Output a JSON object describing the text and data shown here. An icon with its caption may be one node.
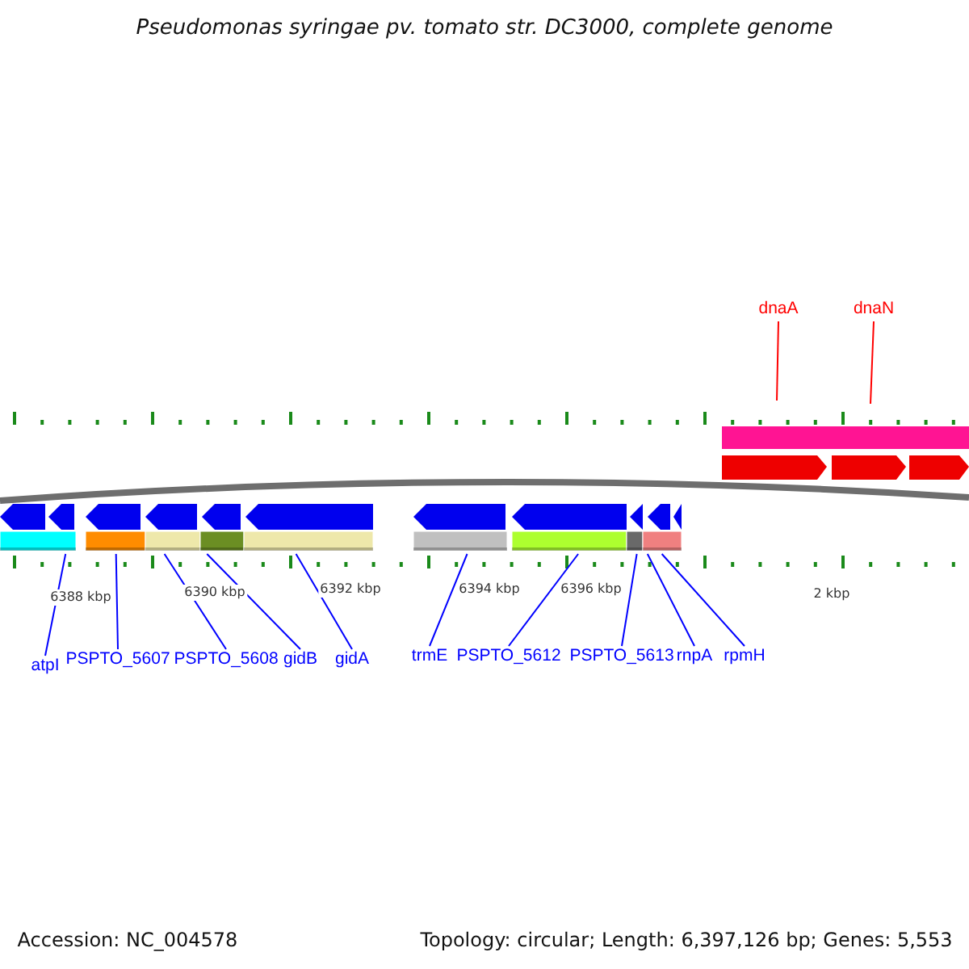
{
  "diagram": {
    "title": "Pseudomonas syringae pv. tomato str. DC3000, complete genome",
    "nodes": [
      {
        "text": [
          "atpI"
        ]
      },
      {
        "text": [
          "PSPTO_5607"
        ]
      },
      {
        "text": [
          "PSPTO_5608"
        ]
      },
      {
        "text": [
          "gidB"
        ]
      },
      {
        "text": [
          "gidA"
        ]
      },
      {
        "text": [
          "trmE"
        ]
      },
      {
        "text": [
          "PSPTO_5612"
        ]
      },
      {
        "text": [
          "PSPTO_5613"
        ]
      },
      {
        "text": [
          "rnpA"
        ]
      },
      {
        "text": [
          "rpmH"
        ]
      },
      {
        "text": [
          "dnaA"
        ]
      },
      {
        "text": [
          "dnaN"
        ]
      }
    ],
    "edges": [
      {
        "from": 0,
        "to": null,
        "arrow": "none"
      },
      {
        "from": 1,
        "to": null,
        "arrow": "none"
      },
      {
        "from": 2,
        "to": null,
        "arrow": "none"
      },
      {
        "from": 3,
        "to": null,
        "arrow": "none"
      },
      {
        "from": 4,
        "to": null,
        "arrow": "none"
      },
      {
        "from": 5,
        "to": null,
        "arrow": "none"
      },
      {
        "from": 6,
        "to": null,
        "arrow": "none"
      },
      {
        "from": 7,
        "to": null,
        "arrow": "none"
      },
      {
        "from": 8,
        "to": null,
        "arrow": "none"
      },
      {
        "from": 9,
        "to": null,
        "arrow": "none"
      },
      {
        "from": 10,
        "to": null,
        "arrow": "none",
        "color": "#ff0000"
      },
      {
        "from": 11,
        "to": null,
        "arrow": "none",
        "color": "#ff0000"
      }
    ],
    "labels": [
      "6388 kbp",
      "6390 kbp",
      "6392 kbp",
      "6394 kbp",
      "6396 kbp",
      "2 kbp",
      "Accession: NC_004578",
      "Topology: circular; Length: 6,397,126 bp; Genes: 5,553"
    ]
  }
}
